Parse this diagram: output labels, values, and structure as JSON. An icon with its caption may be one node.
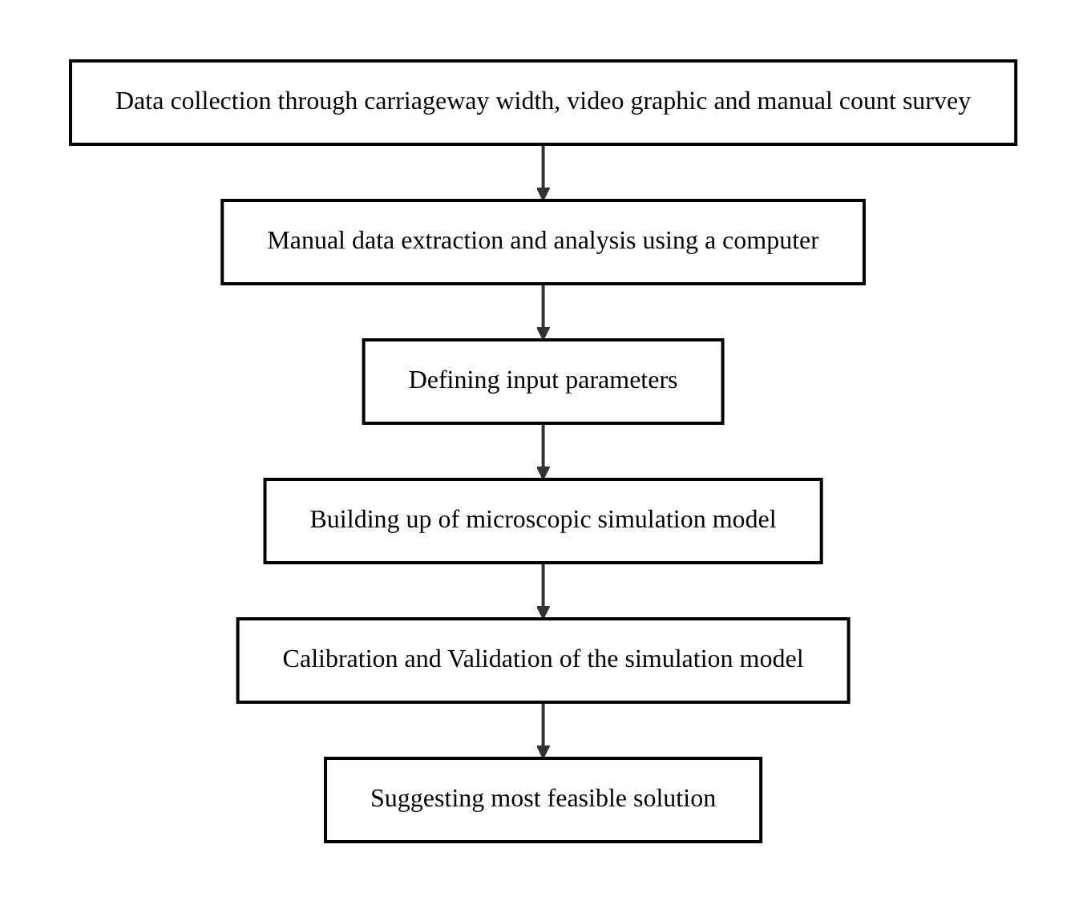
{
  "diagram": {
    "nodes": [
      {
        "text": [
          "Data collection through carriageway width, video graphic and manual count survey"
        ]
      },
      {
        "text": [
          "Manual data extraction and analysis using a computer"
        ]
      },
      {
        "text": [
          "Defining input parameters"
        ]
      },
      {
        "text": [
          "Building up of microscopic simulation model"
        ]
      },
      {
        "text": [
          "Calibration and Validation of the simulation model"
        ]
      },
      {
        "text": [
          "Suggesting most feasible solution"
        ]
      }
    ],
    "edges": [
      {
        "from": 0,
        "to": 1,
        "arrow": "to"
      },
      {
        "from": 1,
        "to": 2,
        "arrow": "to"
      },
      {
        "from": 2,
        "to": 3,
        "arrow": "to"
      },
      {
        "from": 3,
        "to": 4,
        "arrow": "to"
      },
      {
        "from": 4,
        "to": 5,
        "arrow": "to"
      }
    ]
  }
}
